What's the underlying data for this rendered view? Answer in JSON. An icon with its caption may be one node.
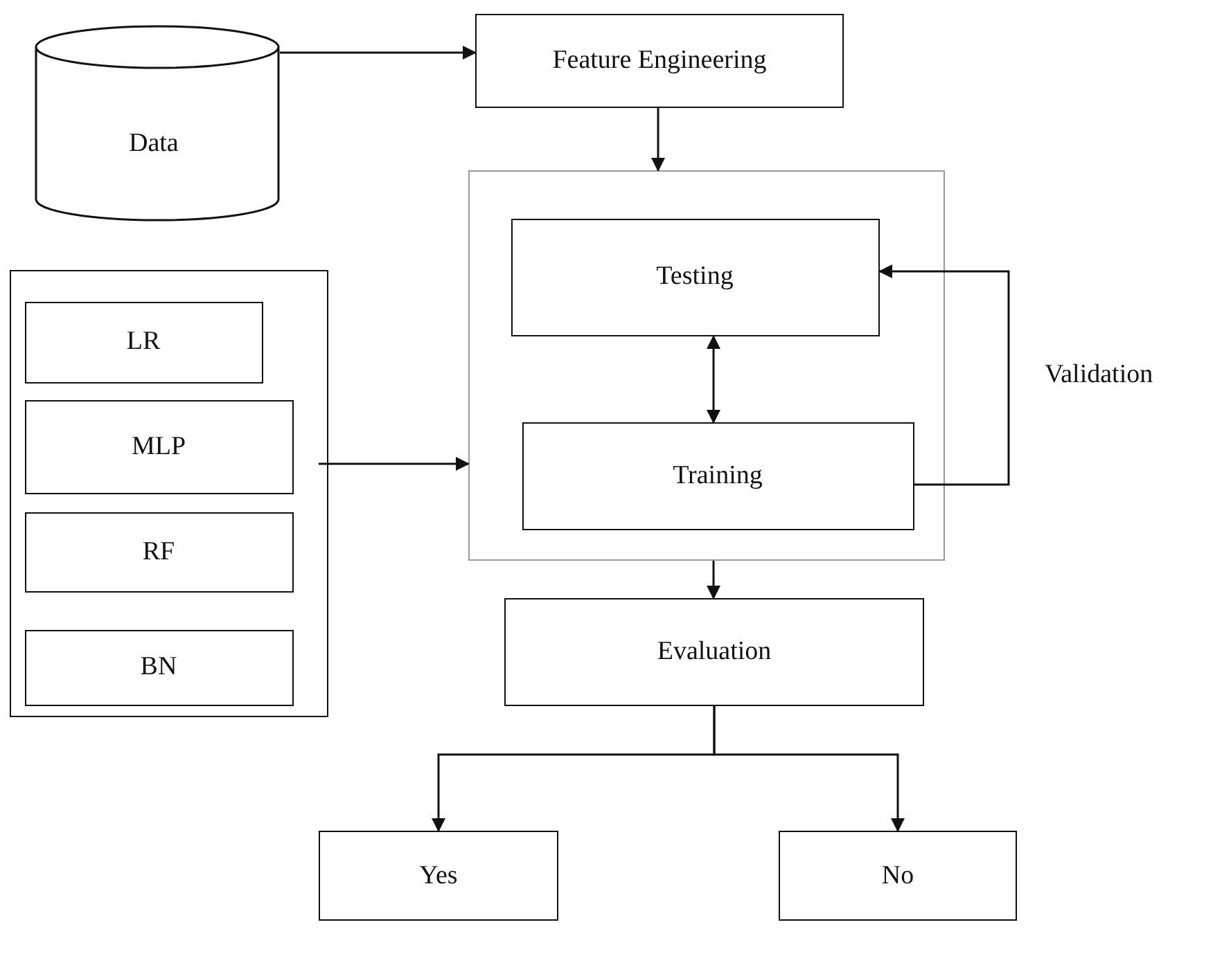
{
  "diagram": {
    "nodes": [
      {
        "text": [
          "Data"
        ]
      },
      {
        "text": [
          "Feature Engineering"
        ]
      },
      {
        "text": [],
        "shape": "box"
      },
      {
        "text": [
          "Testing"
        ],
        "in": 2
      },
      {
        "text": [
          "Training"
        ],
        "in": 2
      },
      {
        "text": [],
        "shape": "box"
      },
      {
        "text": [
          "LR"
        ],
        "in": 5
      },
      {
        "text": [
          "MLP"
        ],
        "in": 5
      },
      {
        "text": [
          "RF"
        ],
        "in": 5
      },
      {
        "text": [
          "BN"
        ],
        "in": 5
      },
      {
        "text": [
          "Evaluation"
        ]
      },
      {
        "text": [
          "Yes"
        ]
      },
      {
        "text": [
          "No"
        ]
      }
    ],
    "edges": [
      {
        "from": 0,
        "to": 1,
        "arrow": "to"
      },
      {
        "from": 1,
        "to": 2,
        "arrow": "to"
      },
      {
        "from": 3,
        "to": 4,
        "arrow": "both"
      },
      {
        "from": 4,
        "to": 3,
        "arrow": "to",
        "label": "Validation"
      },
      {
        "from": 5,
        "to": 2,
        "arrow": "to"
      },
      {
        "from": 2,
        "to": 10,
        "arrow": "to"
      },
      {
        "from": 10,
        "to": 11,
        "arrow": "to"
      },
      {
        "from": 10,
        "to": 12,
        "arrow": "to"
      }
    ]
  }
}
